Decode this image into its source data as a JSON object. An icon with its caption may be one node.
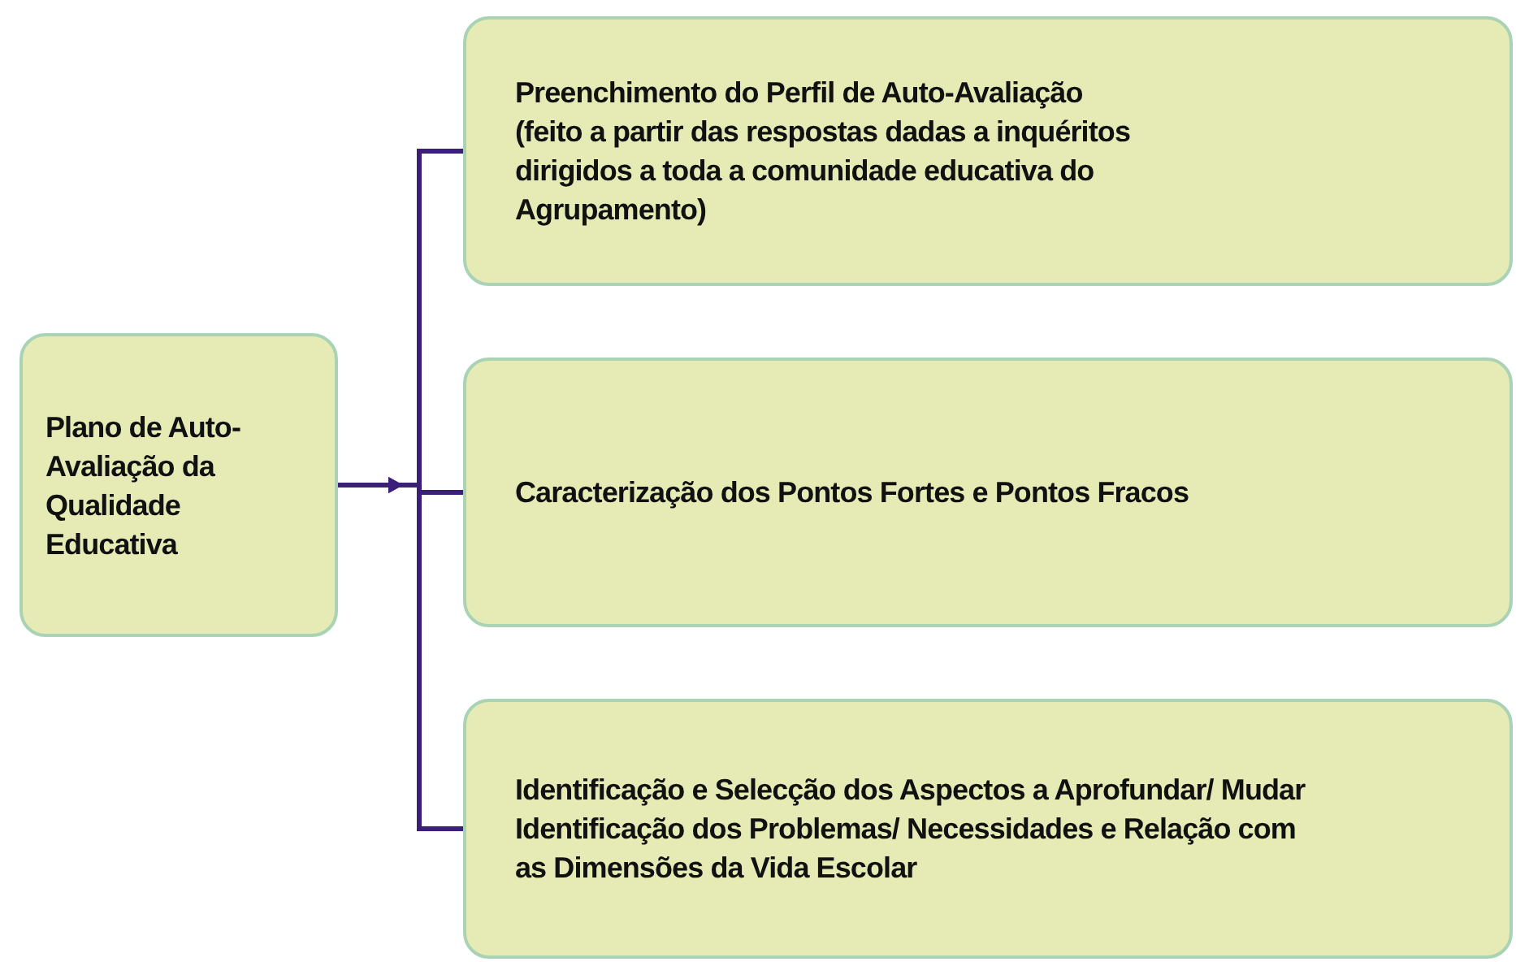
{
  "diagram": {
    "nodes": [
      {
        "text": [
          "Plano de Auto-Avaliação da Qualidade Educativa"
        ]
      },
      {
        "text": [
          "Preenchimento do Perfil de Auto-Avaliação",
          "(feito a partir das respostas dadas a inquéritos dirigidos a toda a comunidade educativa do Agrupamento)"
        ]
      },
      {
        "text": [
          "Caracterização dos Pontos Fortes e Pontos Fracos"
        ]
      },
      {
        "text": [
          "Identificação e Selecção dos Aspectos a Aprofundar/ Mudar",
          "Identificação dos Problemas/ Necessidades e Relação com as Dimensões da Vida Escolar"
        ]
      }
    ],
    "edges": [
      {
        "from": 0,
        "to": 1,
        "arrow": "to"
      },
      {
        "from": 0,
        "to": 2,
        "arrow": "to"
      },
      {
        "from": 0,
        "to": 3,
        "arrow": "to"
      }
    ]
  }
}
